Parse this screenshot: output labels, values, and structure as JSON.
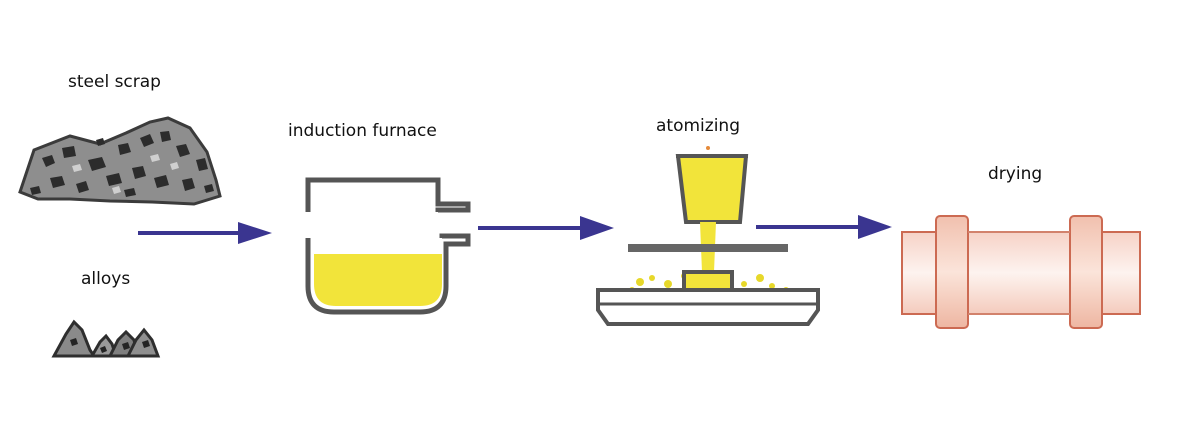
{
  "labels": {
    "steel_scrap": "steel scrap",
    "alloys": "alloys",
    "induction_furnace": "induction furnace",
    "atomizing": "atomizing",
    "drying": "drying"
  },
  "colors": {
    "arrow": "#3a3590",
    "melt": "#f2e43a",
    "vessel_outline": "#555555",
    "rock": "#8c8c8c",
    "dryer_outline": "#cc6a52",
    "dryer_fill": "#fbe6df"
  }
}
